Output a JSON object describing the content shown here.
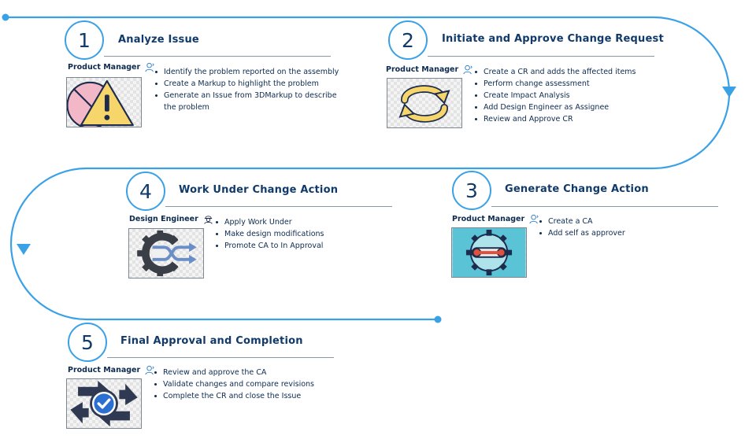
{
  "colors": {
    "flow_line": "#3aa1e6",
    "circle_border": "#3aa1e6",
    "text": "#0d2a4f"
  },
  "steps": [
    {
      "number": "1",
      "title": "Analyze Issue",
      "role": "Product Manager",
      "role_icon": "user-icon",
      "image_icon": "warning-icon",
      "bullets": [
        "Identify the problem reported on the assembly",
        "Create a Markup to highlight the problem",
        "Generate an Issue from 3DMarkup to describe the problem"
      ]
    },
    {
      "number": "2",
      "title": "Initiate and Approve Change Request",
      "role": "Product Manager",
      "role_icon": "user-icon",
      "image_icon": "refresh-arrows-icon",
      "bullets": [
        "Create a CR and adds the affected items",
        "Perform change assessment",
        "Create Impact Analysis",
        "Add Design Engineer as Assignee",
        "Review and Approve CR"
      ]
    },
    {
      "number": "3",
      "title": "Generate Change Action",
      "role": "Product Manager",
      "role_icon": "user-icon",
      "image_icon": "gear-toggle-icon",
      "bullets": [
        "Create a CA",
        "Add self as approver"
      ]
    },
    {
      "number": "4",
      "title": "Work Under Change Action",
      "role": "Design Engineer",
      "role_icon": "engineer-icon",
      "image_icon": "gear-shuffle-icon",
      "bullets": [
        "Apply Work Under",
        "Make design modifications",
        "Promote CA to In Approval"
      ]
    },
    {
      "number": "5",
      "title": "Final Approval and Completion",
      "role": "Product Manager",
      "role_icon": "user-icon",
      "image_icon": "approval-check-icon",
      "bullets": [
        "Review and approve the CA",
        "Validate changes and compare revisions",
        "Complete the CR and close the Issue"
      ]
    }
  ]
}
